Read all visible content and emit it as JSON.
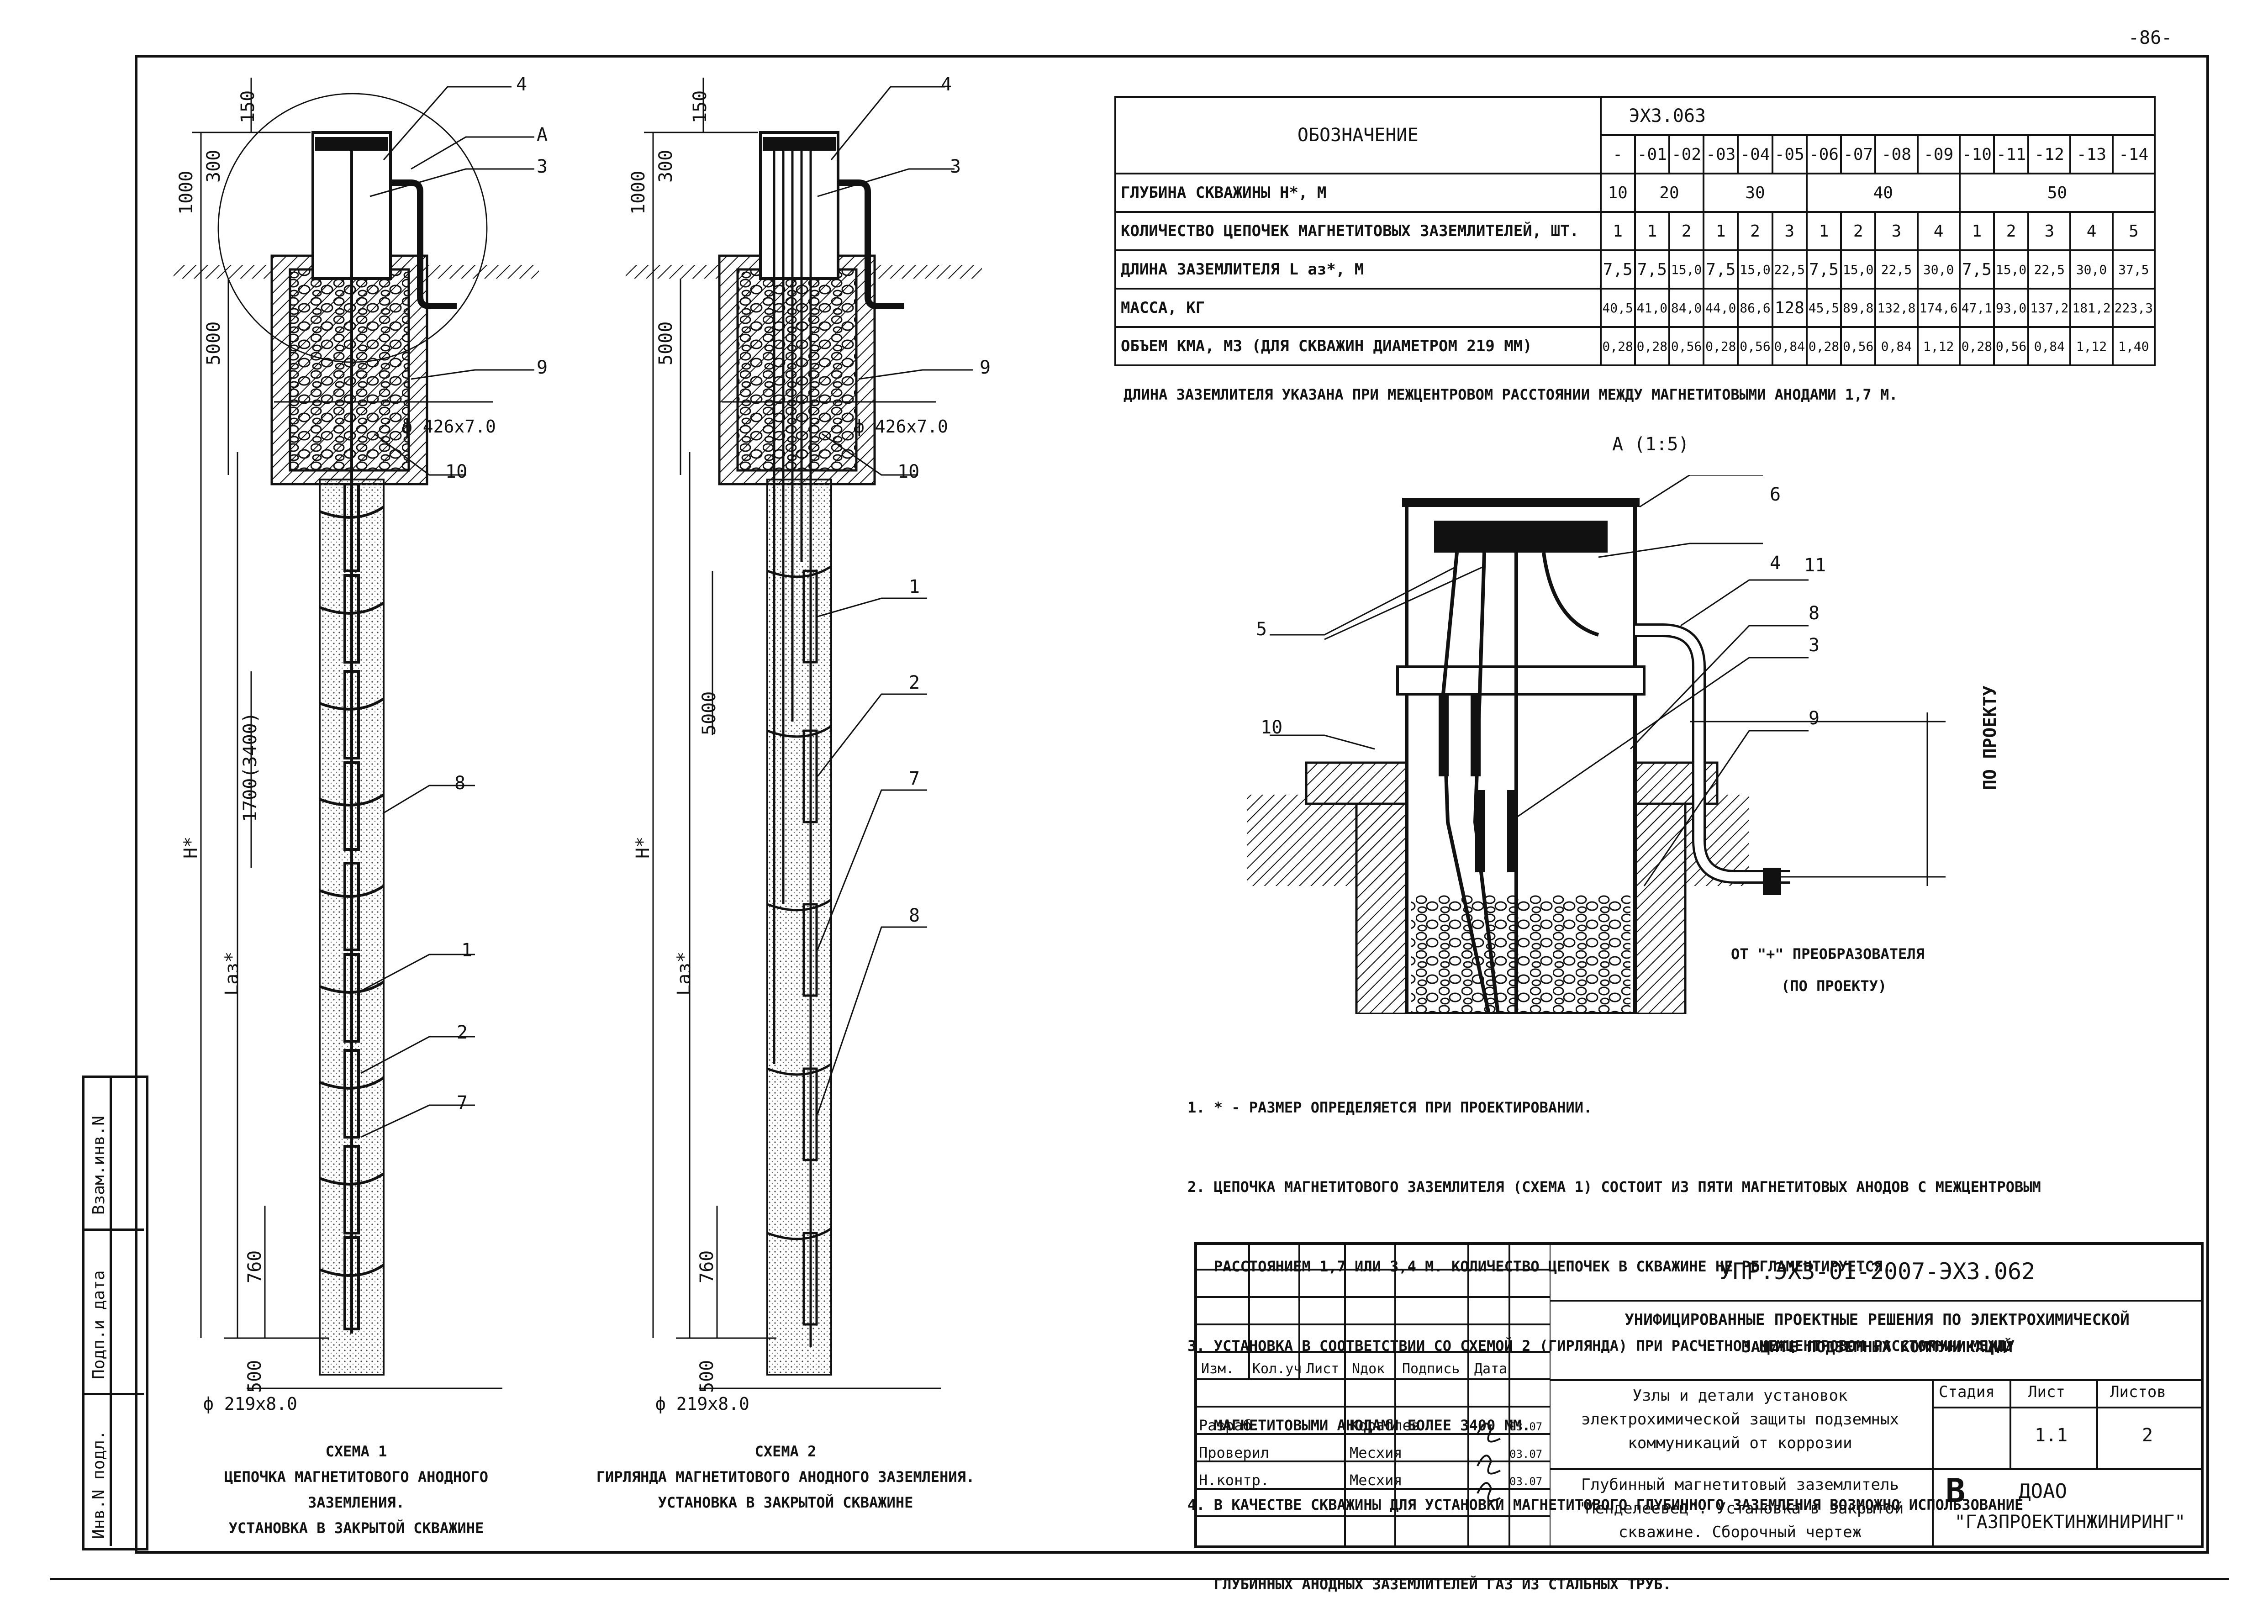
{
  "page_number": "-86-",
  "spec_table": {
    "header_label": "ОБОЗНАЧЕНИЕ",
    "code": "ЭХЗ.063",
    "variants": [
      "-",
      "-01",
      "-02",
      "-03",
      "-04",
      "-05",
      "-06",
      "-07",
      "-08",
      "-09",
      "-10",
      "-11",
      "-12",
      "-13",
      "-14"
    ],
    "rows": [
      {
        "label": "ГЛУБИНА СКВАЖИНЫ Н*, М",
        "groups": [
          {
            "span": 1,
            "value": "10"
          },
          {
            "span": 2,
            "value": "20"
          },
          {
            "span": 3,
            "value": "30"
          },
          {
            "span": 4,
            "value": "40"
          },
          {
            "span": 5,
            "value": "50"
          }
        ]
      },
      {
        "label": "КОЛИЧЕСТВО ЦЕПОЧЕК МАГНЕТИТОВЫХ ЗАЗЕМЛИТЕЛЕЙ, ШТ.",
        "values": [
          "1",
          "1",
          "2",
          "1",
          "2",
          "3",
          "1",
          "2",
          "3",
          "4",
          "1",
          "2",
          "3",
          "4",
          "5"
        ]
      },
      {
        "label": "ДЛИНА ЗАЗЕМЛИТЕЛЯ L аз*, М",
        "values": [
          "7,5",
          "7,5",
          "15,0",
          "7,5",
          "15,0",
          "22,5",
          "7,5",
          "15,0",
          "22,5",
          "30,0",
          "7,5",
          "15,0",
          "22,5",
          "30,0",
          "37,5"
        ]
      },
      {
        "label": "МАССА, КГ",
        "values": [
          "40,5",
          "41,0",
          "84,0",
          "44,0",
          "86,6",
          "128",
          "45,5",
          "89,8",
          "132,8",
          "174,6",
          "47,1",
          "93,0",
          "137,2",
          "181,2",
          "223,3"
        ]
      },
      {
        "label": "ОБЪЕМ КМА, М3 (ДЛЯ СКВАЖИН ДИАМЕТРОМ 219 ММ)",
        "values": [
          "0,28",
          "0,28",
          "0,56",
          "0,28",
          "0,56",
          "0,84",
          "0,28",
          "0,56",
          "0,84",
          "1,12",
          "0,28",
          "0,56",
          "0,84",
          "1,12",
          "1,40"
        ]
      }
    ],
    "footnote": "ДЛИНА ЗАЗЕМЛИТЕЛЯ УКАЗАНА ПРИ МЕЖЦЕНТРОВОМ РАССТОЯНИИ МЕЖДУ МАГНЕТИТОВЫМИ АНОДАМИ 1,7 М."
  },
  "detail": {
    "title": "А (1:5)",
    "callouts": [
      "6",
      "4",
      "5",
      "11",
      "8",
      "3",
      "9",
      "10"
    ],
    "dim_label": "ПО ПРОЕКТУ",
    "from_label": "ОТ \"+\" ПРЕОБРАЗОВАТЕЛЯ",
    "from_note": "(ПО ПРОЕКТУ)"
  },
  "scheme1": {
    "callouts": [
      "4",
      "А",
      "3",
      "9",
      "10",
      "8",
      "1",
      "2",
      "7"
    ],
    "dims": [
      "150",
      "300",
      "1000",
      "5000",
      "ф 426х7.0",
      "1700(3400)",
      "Н*",
      "Lаз*",
      "760",
      "500",
      "ф 219х8.0"
    ],
    "caption": [
      "СХЕМА 1",
      "ЦЕПОЧКА МАГНЕТИТОВОГО АНОДНОГО ЗАЗЕМЛЕНИЯ.",
      "УСТАНОВКА В ЗАКРЫТОЙ СКВАЖИНЕ"
    ]
  },
  "scheme2": {
    "callouts": [
      "4",
      "3",
      "9",
      "10",
      "1",
      "2",
      "7",
      "8"
    ],
    "dims": [
      "150",
      "300",
      "1000",
      "5000",
      "ф 426х7.0",
      "5000",
      "Н*",
      "Lаз*",
      "760",
      "500",
      "ф 219х8.0"
    ],
    "caption": [
      "СХЕМА 2",
      "ГИРЛЯНДА МАГНЕТИТОВОГО АНОДНОГО ЗАЗЕМЛЕНИЯ.",
      "УСТАНОВКА В ЗАКРЫТОЙ СКВАЖИНЕ"
    ]
  },
  "notes": [
    "1. * - РАЗМЕР ОПРЕДЕЛЯЕТСЯ ПРИ ПРОЕКТИРОВАНИИ.",
    "2. ЦЕПОЧКА МАГНЕТИТОВОГО ЗАЗЕМЛИТЕЛЯ (СХЕМА 1) СОСТОИТ ИЗ ПЯТИ МАГНЕТИТОВЫХ АНОДОВ С МЕЖЦЕНТРОВЫМ",
    "   РАССТОЯНИЕМ 1,7 ИЛИ 3,4 М. КОЛИЧЕСТВО ЦЕПОЧЕК В СКВАЖИНЕ НЕ РЕГЛАМЕНТИРУЕТСЯ.",
    "3. УСТАНОВКА В СООТВЕТСТВИИ СО СХЕМОЙ 2 (ГИРЛЯНДА) ПРИ РАСЧЕТНОМ МЕЖЦЕНТРОВОМ РАССТОЯНИИ МЕЖДУ",
    "   МАГНЕТИТОВЫМИ АНОДАМИ БОЛЕЕ 3400 ММ.",
    "4. В КАЧЕСТВЕ СКВАЖИНЫ ДЛЯ УСТАНОВКИ МАГНЕТИТОВОГО ГЛУБИННОГО ЗАЗЕМЛЕНИЯ ВОЗМОЖНО ИСПОЛЬЗОВАНИЕ",
    "   ГЛУБИННЫХ АНОДНЫХ ЗАЗЕМЛИТЕЛЕЙ ГАЗ ИЗ СТАЛЬНЫХ ТРУБ."
  ],
  "title_block": {
    "doc_code": "УПР.ЭХЗ-01-2007-ЭХЗ.062",
    "project_title": [
      "УНИФИЦИРОВАННЫЕ ПРОЕКТНЫЕ РЕШЕНИЯ ПО ЭЛЕКТРОХИМИЧЕСКОЙ",
      "ЗАЩИТЕ ПОДЗЕМНЫХ КОММУНИКАЦИЙ"
    ],
    "header_cols": [
      "Изм.",
      "Кол.уч",
      "Лист",
      "Nдок",
      "Подпись",
      "Дата"
    ],
    "people": [
      {
        "role": "Разраб.",
        "name": "Кораблев",
        "date": "03.07"
      },
      {
        "role": "Проверил",
        "name": "Месхия",
        "date": "03.07"
      },
      {
        "role": "Н.контр.",
        "name": "Месхия",
        "date": "03.07"
      }
    ],
    "section_title": [
      "Узлы и детали установок",
      "электрохимической защиты подземных",
      "коммуникаций от коррозии"
    ],
    "sheet_title": [
      "Глубинный магнетитовый заземлитель",
      "\"Менделеевец\". Установка в закрытой",
      "скважине. Сборочный чертеж"
    ],
    "stage_label": "Стадия",
    "sheet_label": "Лист",
    "sheets_label": "Листов",
    "stage": "",
    "sheet": "1.1",
    "sheets": "2",
    "company_logo": "B",
    "company": [
      "ДОАО",
      "\"ГАЗПРОЕКТИНЖИНИРИНГ\""
    ]
  },
  "side_stamp": [
    "Взам.инв.N",
    "Подп.и дата",
    "Инв.N подл."
  ]
}
